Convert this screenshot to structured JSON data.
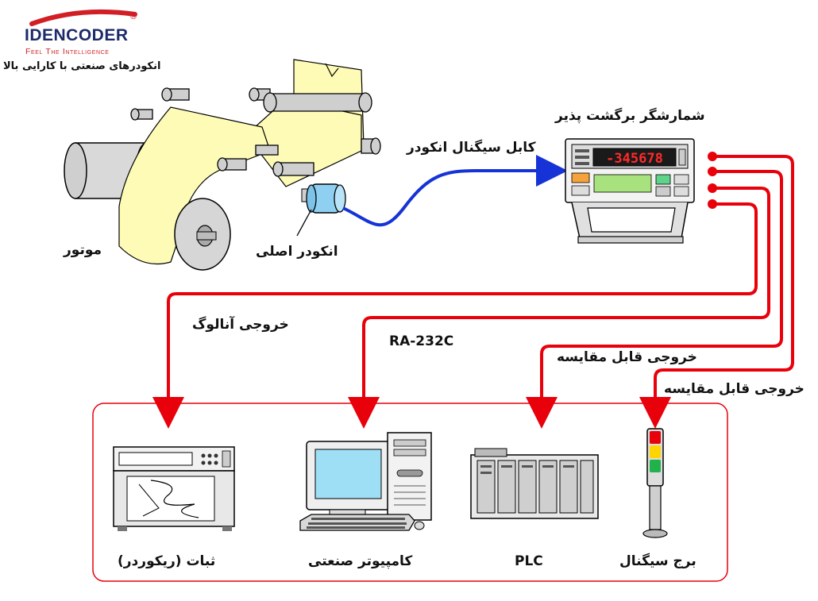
{
  "logo": {
    "brand": "IDENCODER",
    "registered": "®",
    "tagline": "Feel The Intelligence",
    "subtitle_fa": "انکودرهای صنعتی با کارایی بالا"
  },
  "labels": {
    "motor": "موتور",
    "main_encoder": "انکودر اصلی",
    "encoder_cable": "کابل سیگنال انکودر",
    "counter": "شمارشگر برگشت پذیر",
    "analog_output": "خروجی آنالوگ",
    "rs232": "RA-232C",
    "compare_output_1": "خروجی قابل مقایسه",
    "compare_output_2": "خروجی قابل مقایسه",
    "recorder": "ثبات (ریکوردر)",
    "industrial_pc": "کامپیوتر صنعتی",
    "plc": "PLC",
    "signal_tower": "برج سیگنال"
  },
  "counter_display": "-345678",
  "colors": {
    "signal_line": "#e8000b",
    "encoder_cable": "#1533d6",
    "paper": "#fdfbb6",
    "encoder_body": "#8fd0f2",
    "logo_blue": "#1c2a6b",
    "logo_red": "#d21f26"
  }
}
